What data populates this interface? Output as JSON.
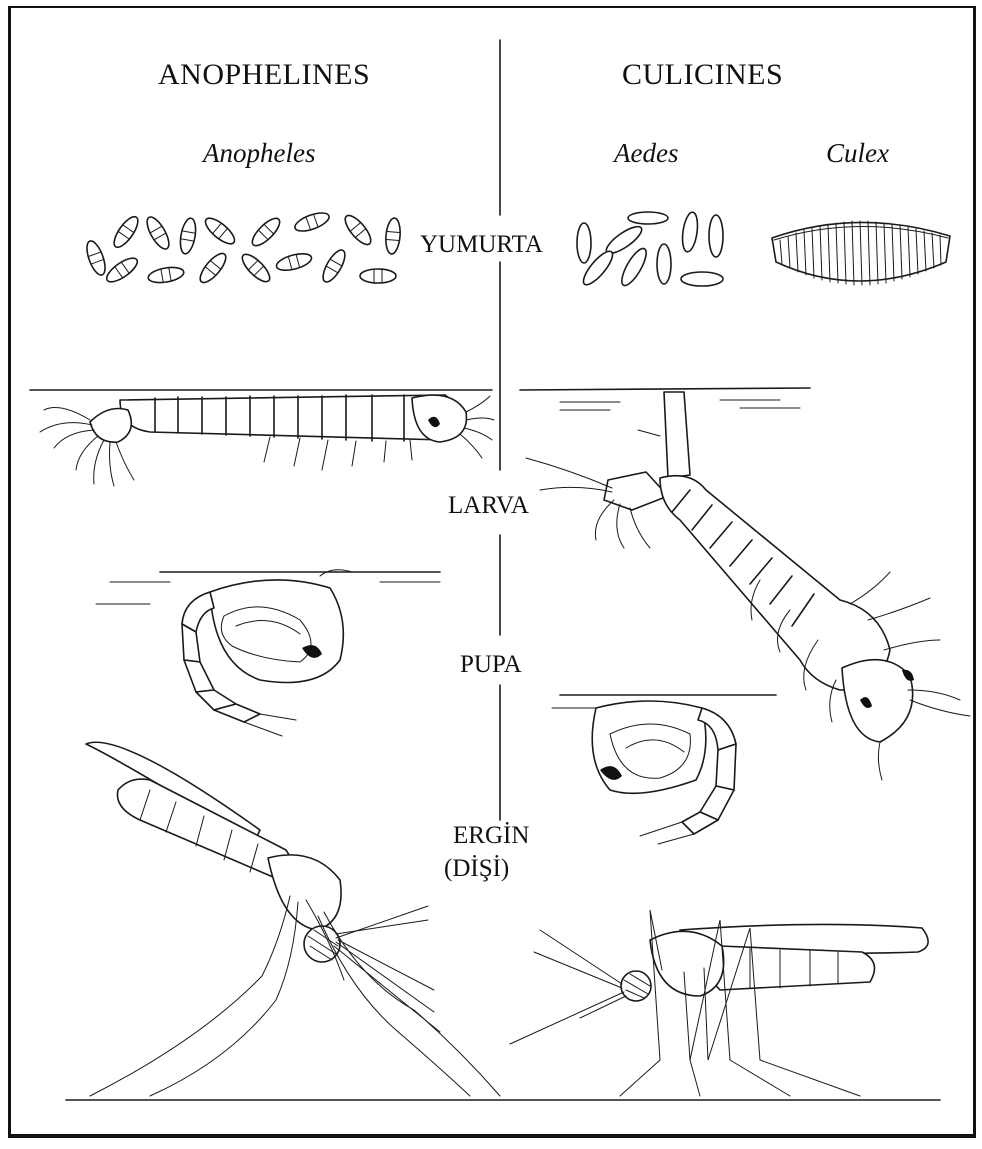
{
  "headings": {
    "left": "ANOPHELINES",
    "right": "CULICINES"
  },
  "genera": {
    "anopheles": "Anopheles",
    "aedes": "Aedes",
    "culex": "Culex"
  },
  "stages": {
    "egg": "YUMURTA",
    "larva": "LARVA",
    "pupa": "PUPA",
    "adult_line1": "ERGİN",
    "adult_line2": "(DİŞİ)"
  }
}
